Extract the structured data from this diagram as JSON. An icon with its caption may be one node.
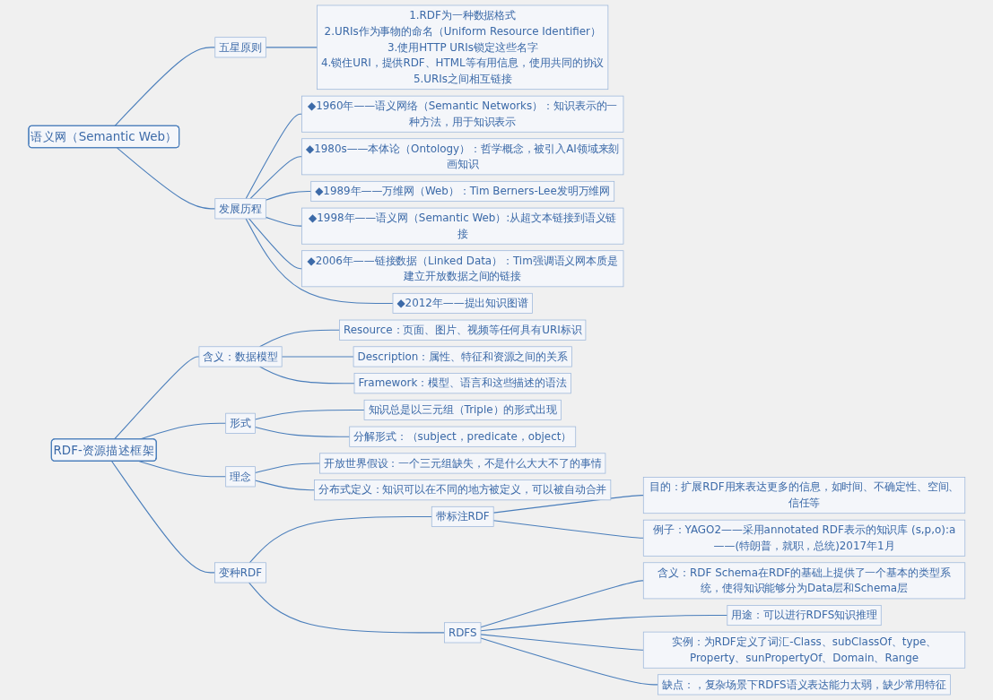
{
  "diagram": {
    "nodes": [
      {
        "text": [
          "语义网（Semantic Web）"
        ]
      },
      {
        "text": [
          "五星原则"
        ]
      },
      {
        "text": [
          "1.RDF为一种数据格式",
          "2.URIs作为事物的命名（Uniform Resource Identifier）",
          "3.使用HTTP URIs锁定这些名字",
          "4.锁住URI，提供RDF、HTML等有用信息，使用共同的协议",
          "5.URIs之间相互链接"
        ]
      },
      {
        "text": [
          "发展历程"
        ]
      },
      {
        "text": [
          "◆1960年——语义网络（Semantic Networks）：知识表示的一种方法，用于知识表示"
        ]
      },
      {
        "text": [
          "◆1980s——本体论（Ontology）：哲学概念，被引入AI领域来刻画知识"
        ]
      },
      {
        "text": [
          "◆1989年——万维网（Web）：Tim Berners-Lee发明万维网"
        ]
      },
      {
        "text": [
          "◆1998年——语义网（Semantic Web）:从超文本链接到语义链接"
        ]
      },
      {
        "text": [
          "◆2006年——链接数据（Linked Data）：Tim强调语义网本质是建立开放数据之间的链接"
        ]
      },
      {
        "text": [
          "◆2012年——提出知识图谱"
        ]
      },
      {
        "text": [
          "RDF-资源描述框架"
        ]
      },
      {
        "text": [
          "含义：数据模型"
        ]
      },
      {
        "text": [
          "Resource：页面、图片、视频等任何具有URI标识"
        ]
      },
      {
        "text": [
          "Description：属性、特征和资源之间的关系"
        ]
      },
      {
        "text": [
          "Framework：模型、语言和这些描述的语法"
        ]
      },
      {
        "text": [
          "形式"
        ]
      },
      {
        "text": [
          "知识总是以三元组（Triple）的形式出现"
        ]
      },
      {
        "text": [
          "分解形式：（subject，predicate，object）"
        ]
      },
      {
        "text": [
          "理念"
        ]
      },
      {
        "text": [
          "开放世界假设：一个三元组缺失，不是什么大大不了的事情"
        ]
      },
      {
        "text": [
          "分布式定义：知识可以在不同的地方被定义，可以被自动合并"
        ]
      },
      {
        "text": [
          "变种RDF"
        ]
      },
      {
        "text": [
          "带标注RDF"
        ]
      },
      {
        "text": [
          "目的：扩展RDF用来表达更多的信息，如时间、不确定性、空间、信任等"
        ]
      },
      {
        "text": [
          "例子：YAGO2——采用annotated RDF表示的知识库 (s,p,o):a——(特朗普，就职，总统)2017年1月"
        ]
      },
      {
        "text": [
          "RDFS"
        ]
      },
      {
        "text": [
          "含义：RDF Schema在RDF的基础上提供了一个基本的类型系统，使得知识能够分为Data层和Schema层"
        ]
      },
      {
        "text": [
          "用途：可以进行RDFS知识推理"
        ]
      },
      {
        "text": [
          "实例：为RDF定义了词汇-Class、subClassOf、type、Property、sunPropertyOf、Domain、Range"
        ]
      },
      {
        "text": [
          "缺点：，复杂场景下RDFS语义表达能力太弱，缺少常用特征"
        ]
      }
    ],
    "edges": [
      {
        "from": 0,
        "to": 1,
        "arrow": "none"
      },
      {
        "from": 1,
        "to": 2,
        "arrow": "none"
      },
      {
        "from": 0,
        "to": 3,
        "arrow": "none"
      },
      {
        "from": 3,
        "to": 4,
        "arrow": "none"
      },
      {
        "from": 3,
        "to": 5,
        "arrow": "none"
      },
      {
        "from": 3,
        "to": 6,
        "arrow": "none"
      },
      {
        "from": 3,
        "to": 7,
        "arrow": "none"
      },
      {
        "from": 3,
        "to": 8,
        "arrow": "none"
      },
      {
        "from": 3,
        "to": 9,
        "arrow": "none"
      },
      {
        "from": 10,
        "to": 11,
        "arrow": "none"
      },
      {
        "from": 11,
        "to": 12,
        "arrow": "none"
      },
      {
        "from": 11,
        "to": 13,
        "arrow": "none"
      },
      {
        "from": 11,
        "to": 14,
        "arrow": "none"
      },
      {
        "from": 10,
        "to": 15,
        "arrow": "none"
      },
      {
        "from": 15,
        "to": 16,
        "arrow": "none"
      },
      {
        "from": 15,
        "to": 17,
        "arrow": "none"
      },
      {
        "from": 10,
        "to": 18,
        "arrow": "none"
      },
      {
        "from": 18,
        "to": 19,
        "arrow": "none"
      },
      {
        "from": 18,
        "to": 20,
        "arrow": "none"
      },
      {
        "from": 10,
        "to": 21,
        "arrow": "none"
      },
      {
        "from": 21,
        "to": 22,
        "arrow": "none"
      },
      {
        "from": 22,
        "to": 23,
        "arrow": "none"
      },
      {
        "from": 22,
        "to": 24,
        "arrow": "none"
      },
      {
        "from": 21,
        "to": 25,
        "arrow": "none"
      },
      {
        "from": 25,
        "to": 26,
        "arrow": "none"
      },
      {
        "from": 25,
        "to": 27,
        "arrow": "none"
      },
      {
        "from": 25,
        "to": 28,
        "arrow": "none"
      },
      {
        "from": 25,
        "to": 29,
        "arrow": "none"
      }
    ]
  }
}
